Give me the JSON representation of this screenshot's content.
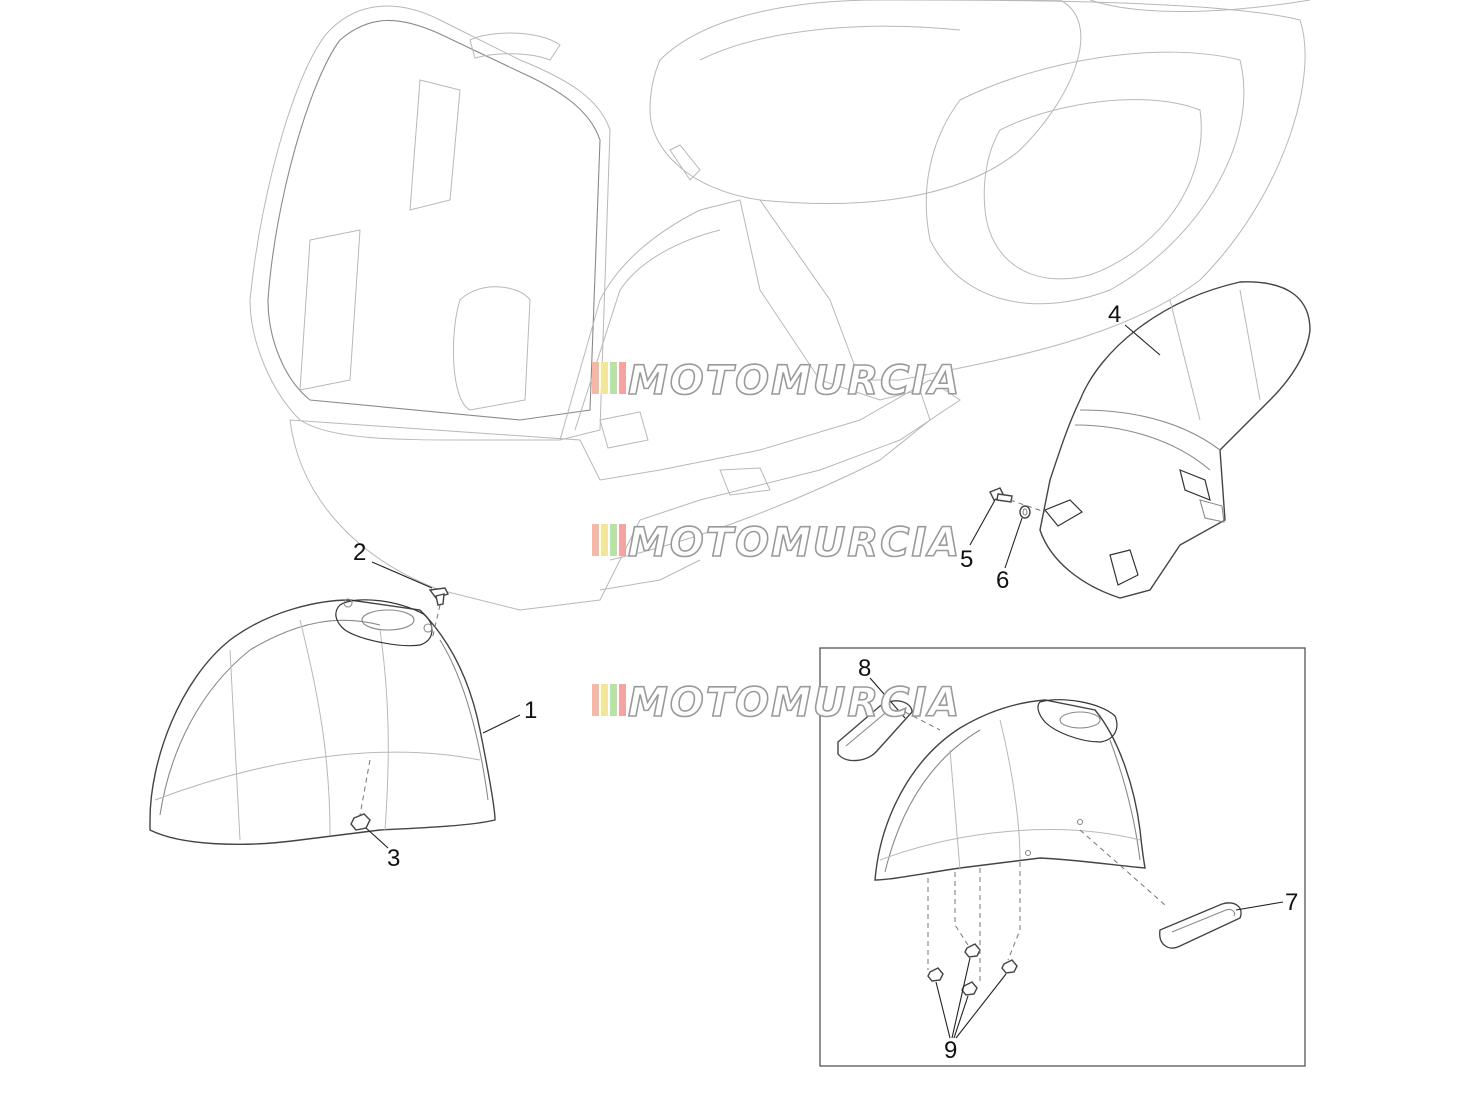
{
  "diagram": {
    "callouts": [
      {
        "id": "1",
        "label": "1"
      },
      {
        "id": "2",
        "label": "2"
      },
      {
        "id": "3",
        "label": "3"
      },
      {
        "id": "4",
        "label": "4"
      },
      {
        "id": "5",
        "label": "5"
      },
      {
        "id": "6",
        "label": "6"
      },
      {
        "id": "7",
        "label": "7"
      },
      {
        "id": "8",
        "label": "8"
      },
      {
        "id": "9",
        "label": "9"
      }
    ],
    "watermark": {
      "text": "MOTOMURCIA",
      "stripe_colors": [
        "#f6b7a6",
        "#f3e69a",
        "#b7e3a4",
        "#f4a3a3"
      ]
    },
    "colors": {
      "line": "#444444",
      "faint_line": "#b8b8b8",
      "inset_frame": "#555555",
      "background": "#ffffff"
    }
  }
}
